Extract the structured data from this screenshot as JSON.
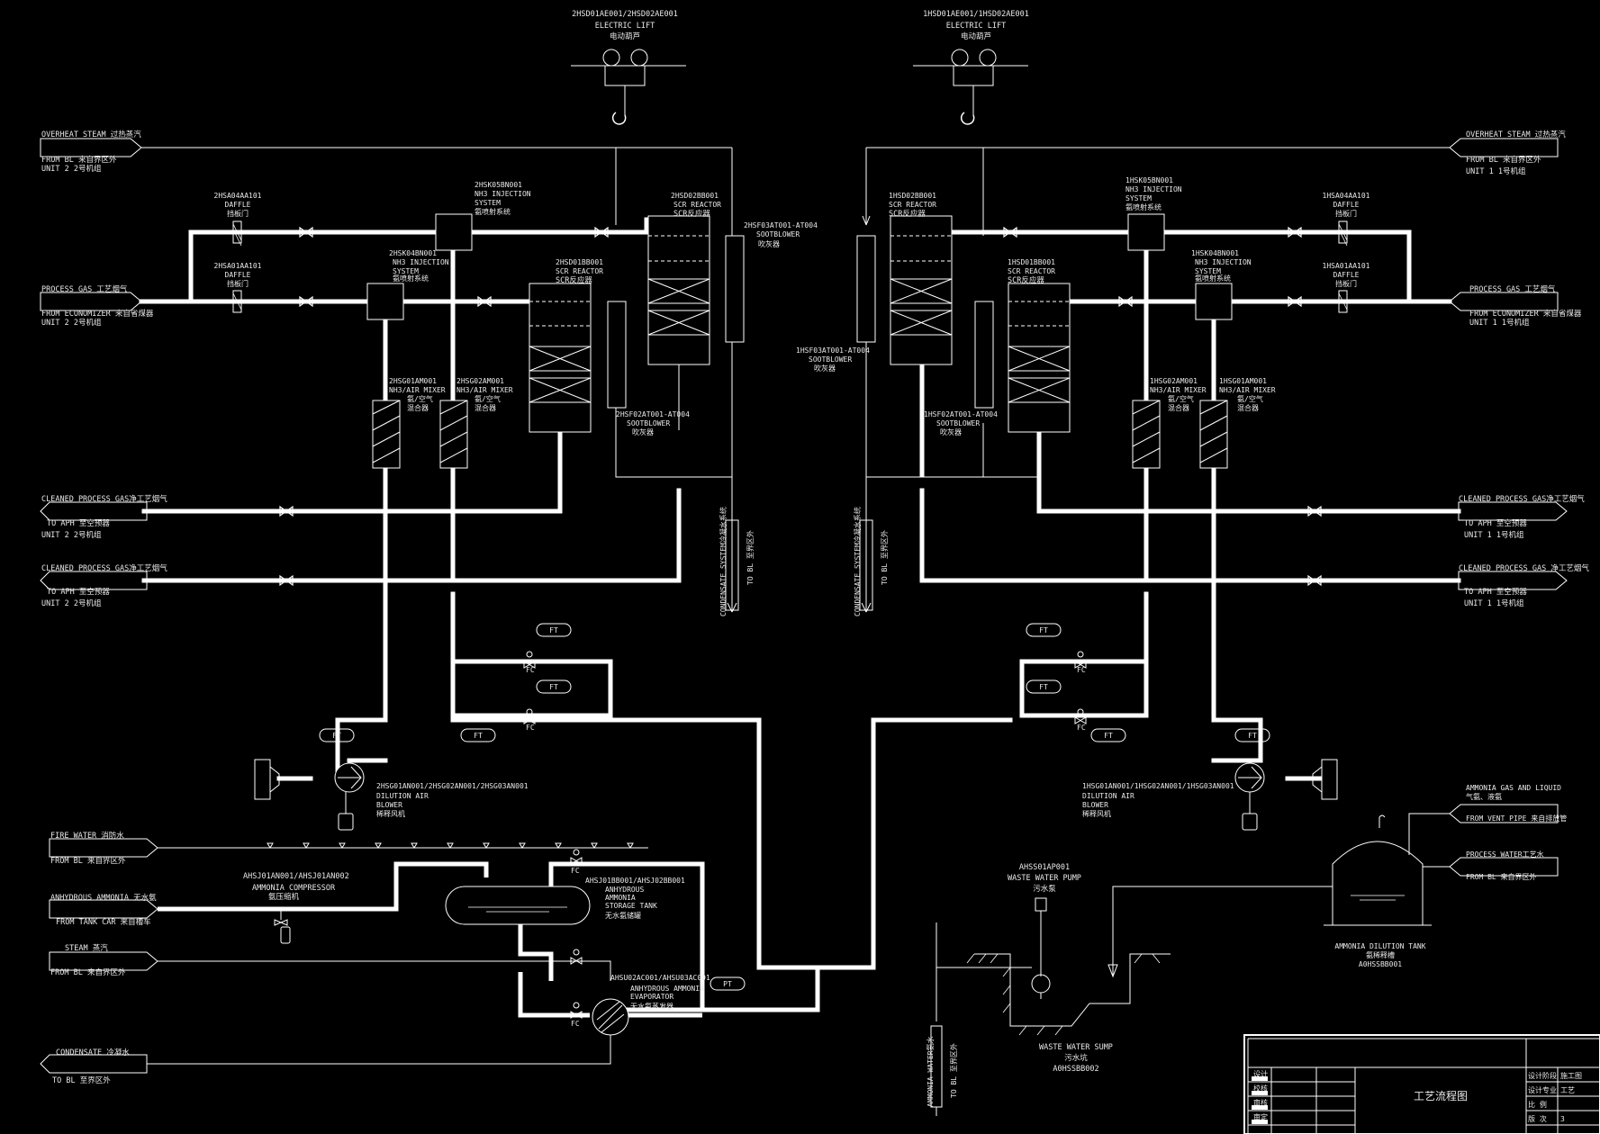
{
  "lifts": [
    {
      "tag": "2HSD01AE001/2HSD02AE001",
      "name": "ELECTRIC LIFT",
      "cn": "电动葫芦"
    },
    {
      "tag": "1HSD01AE001/1HSD02AE001",
      "name": "ELECTRIC LIFT",
      "cn": "电动葫芦"
    }
  ],
  "left": {
    "overheat": {
      "label": "OVERHEAT STEAM 过热蒸汽",
      "from": "FROM BL  来自界区外",
      "unit": "UNIT 2 2号机组"
    },
    "process_gas": {
      "label": "PROCESS GAS  工艺烟气",
      "from": "FROM ECONOMIZER 来自省煤器",
      "unit": "UNIT 2 2号机组"
    },
    "cleaned1": {
      "label": "CLEANED PROCESS GAS净工艺烟气",
      "to": "TO APH   至空预器",
      "unit": "UNIT 2 2号机组"
    },
    "cleaned2": {
      "label": "CLEANED PROCESS GAS净工艺烟气",
      "to": "TO APH   至空预器",
      "unit": "UNIT 2 2号机组"
    },
    "daffle1": {
      "tag": "2HSA04AA101",
      "name": "DAFFLE",
      "cn": "挡板门"
    },
    "daffle2": {
      "tag": "2HSA01AA101",
      "name": "DAFFLE",
      "cn": "挡板门"
    },
    "inj1": {
      "tag": "2HSK05BN001",
      "l1": "NH3 INJECTION",
      "l2": "SYSTEM",
      "cn": "氨喷射系统"
    },
    "inj2": {
      "tag": "2HSK04BN001",
      "l1": "NH3 INJECTION",
      "l2": "SYSTEM",
      "cn": "氨喷射系统"
    },
    "reactor2": {
      "tag": "2HSD02BB001",
      "name": "SCR REACTOR",
      "cn": "SCR反应器"
    },
    "reactor1": {
      "tag": "2HSD01BB001",
      "name": "SCR REACTOR",
      "cn": "SCR反应器"
    },
    "soot3": {
      "tag": "2HSF03AT001-AT004",
      "name": "SOOTBLOWER",
      "cn": "吹灰器"
    },
    "soot2": {
      "tag": "2HSF02AT001-AT004",
      "name": "SOOTBLOWER",
      "cn": "吹灰器"
    },
    "mixer1": {
      "tag": "2HSG01AM001",
      "name": "NH3/AIR MIXER",
      "cn": "氨/空气",
      "cn2": "混合器"
    },
    "mixer2": {
      "tag": "2HSG02AM001",
      "name": "NH3/AIR MIXER",
      "cn": "氨/空气",
      "cn2": "混合器"
    },
    "condensate": {
      "label": "CONDENSATE SYSTEM冷凝水系统",
      "to": "TO BL  至界区外"
    },
    "blower": {
      "tag": "2HSG01AN001/2HSG02AN001/2HSG03AN001",
      "l1": "DILUTION AIR",
      "l2": "BLOWER",
      "cn": "稀释风机"
    }
  },
  "right": {
    "overheat": {
      "label": "OVERHEAT STEAM 过热蒸汽",
      "from": "FROM BL  来自界区外",
      "unit": "UNIT 1 1号机组"
    },
    "process_gas": {
      "label": "PROCESS GAS  工艺烟气",
      "from": "FROM ECONOMIZER 来自省煤器",
      "unit": "UNIT 1 1号机组"
    },
    "cleaned1": {
      "label": "CLEANED PROCESS GAS净工艺烟气",
      "to": "TO APH   至空预器",
      "unit": "UNIT 1 1号机组"
    },
    "cleaned2": {
      "label": "CLEANED PROCESS GAS 净工艺烟气",
      "to": "TO APH   至空预器",
      "unit": "UNIT 1 1号机组"
    },
    "daffle1": {
      "tag": "1HSA04AA101",
      "name": "DAFFLE",
      "cn": "挡板门"
    },
    "daffle2": {
      "tag": "1HSA01AA101",
      "name": "DAFFLE",
      "cn": "挡板门"
    },
    "inj1": {
      "tag": "1HSK05BN001",
      "l1": "NH3 INJECTION",
      "l2": "SYSTEM",
      "cn": "氨喷射系统"
    },
    "inj2": {
      "tag": "1HSK04BN001",
      "l1": "NH3 INJECTION",
      "l2": "SYSTEM",
      "cn": "氨喷射系统"
    },
    "reactor2": {
      "tag": "1HSD02BB001",
      "name": "SCR REACTOR",
      "cn": "SCR反应器"
    },
    "reactor1": {
      "tag": "1HSD01BB001",
      "name": "SCR REACTOR",
      "cn": "SCR反应器"
    },
    "soot3": {
      "tag": "1HSF03AT001-AT004",
      "name": "SOOTBLOWER",
      "cn": "吹灰器"
    },
    "soot2": {
      "tag": "1HSF02AT001-AT004",
      "name": "SOOTBLOWER",
      "cn": "吹灰器"
    },
    "mixer1": {
      "tag": "1HSG01AM001",
      "name": "NH3/AIR MIXER",
      "cn": "氨/空气",
      "cn2": "混合器"
    },
    "mixer2": {
      "tag": "1HSG02AM001",
      "name": "NH3/AIR MIXER",
      "cn": "氨/空气",
      "cn2": "混合器"
    },
    "condensate": {
      "label": "CONDENSATE SYSTEM冷凝水系统",
      "to": "TO BL  至界区外"
    },
    "blower": {
      "tag": "1HSG01AN001/1HSG02AN001/1HSG03AN001",
      "l1": "DILUTION AIR",
      "l2": "BLOWER",
      "cn": "稀释风机"
    }
  },
  "bottom": {
    "fire_water": {
      "label": "FIRE WATER  消防水",
      "from": "FROM BL  来自界区外"
    },
    "anhydrous": {
      "label": "ANHYDROUS AMMONIA 无水氨",
      "from": "FROM TANK CAR 来自槽车"
    },
    "steam": {
      "label": "STEAM   蒸汽",
      "from": "FROM BL  来自界区外"
    },
    "condensate": {
      "label": "CONDENSATE 冷凝水",
      "to": "TO BL   至界区外"
    },
    "compressor": {
      "tag": "AHSJ01AN001/AHSJ01AN002",
      "name": "AMMONIA COMPRESSOR",
      "cn": "氨压缩机"
    },
    "storage": {
      "tag": "AHSJ01BB001/AHSJ02BB001",
      "l1": "ANHYDROUS",
      "l2": "AMMONIA",
      "l3": "STORAGE TANK",
      "cn": "无水氨储罐"
    },
    "evaporator": {
      "tag": "AHSU02AC001/AHSU03AC001",
      "l1": "ANHYDROUS AMMONIA",
      "l2": "EVAPORATOR",
      "cn": "无水氨蒸发器"
    },
    "pump": {
      "tag": "AHSS01AP001",
      "name": "WASTE WATER PUMP",
      "cn": "污水泵"
    },
    "sump": {
      "name": "WASTE WATER SUMP",
      "cn": "污水坑",
      "tag": "A0HSSBB002"
    },
    "ammonia_water": {
      "label": "AMMONIA WATER氨水",
      "to": "TO BL  至界区外"
    },
    "gas_liquid": {
      "l1": "AMMONIA GAS AND LIQUID",
      "l2": "气氨、液氨",
      "from": "FROM VENT PIPE 来自排放管"
    },
    "process_water": {
      "label": "PROCESS WATER工艺水",
      "from": "FROM BL  来自界区外"
    },
    "dilution_tank": {
      "l1": "AMMONIA DILUTION TANK",
      "cn": "氨稀释槽",
      "tag": "A0HSSBB001"
    }
  },
  "instruments": {
    "ft": "FT",
    "pt": "PT",
    "fc": "FC"
  },
  "title_block": {
    "title": "工艺流程图",
    "r1": "设计",
    "r2": "校核",
    "r3": "审核",
    "r4": "审定",
    "c1": "设计阶段",
    "c1v": "施工图",
    "c2": "设计专业",
    "c2v": "工艺",
    "c3": "比  例",
    "c4": "版  次",
    "c4v": "3"
  }
}
